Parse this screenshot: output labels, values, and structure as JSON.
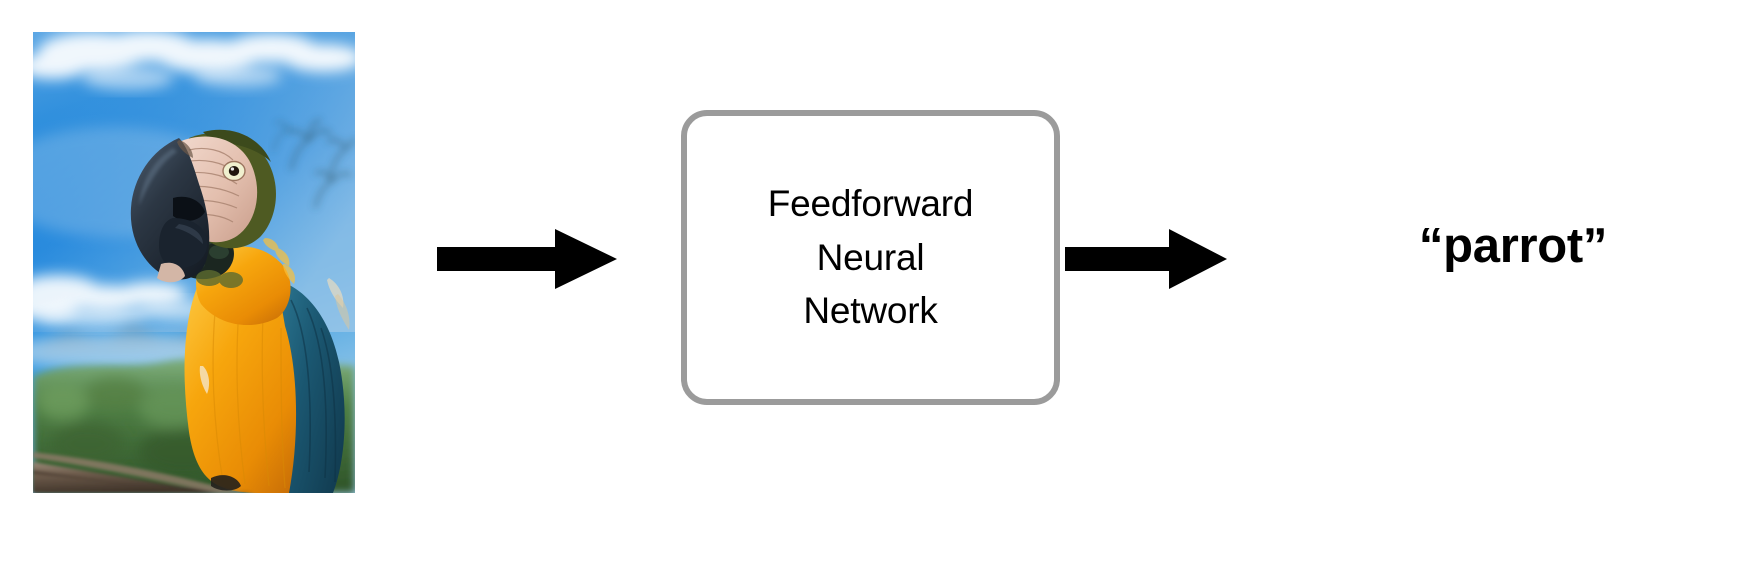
{
  "figure": {
    "type": "pipeline-diagram",
    "caption": "",
    "background_color": "#ffffff"
  },
  "input": {
    "kind": "photograph",
    "name": "parrot-photo",
    "alt": "Close-up photograph of a blue-and-gold macaw perched on a branch against a blue sky with clouds and a green forested hillside in the background",
    "colors": {
      "sky": "#1e86dd",
      "sky_light": "#8fc4ea",
      "cloud": "#ffffff",
      "plumage_yellow": "#f5a000",
      "plumage_blue": "#1d5d78",
      "beak": "#2d3748",
      "face": "#e6c2b4",
      "foliage": "#4d7a3a",
      "branch": "#6d5a4a"
    }
  },
  "arrows": {
    "input_arrow": {
      "label": "",
      "name": "input-arrow",
      "color": "#000000",
      "direction": "right"
    },
    "output_arrow": {
      "label": "",
      "name": "output-arrow",
      "color": "#000000",
      "direction": "right"
    }
  },
  "model": {
    "name": "feedforward-neural-network-box",
    "border_color": "#9b9b9b",
    "fill_color": "#ffffff",
    "lines": [
      "Feedforward",
      "Neural",
      "Network"
    ]
  },
  "output": {
    "name": "prediction-label",
    "text": "“parrot”",
    "color": "#000000",
    "bold": true
  }
}
